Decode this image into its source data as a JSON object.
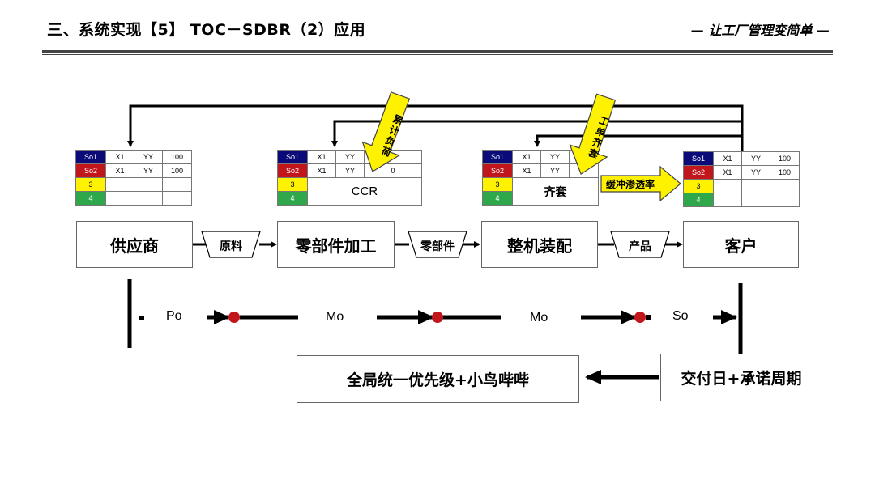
{
  "header": {
    "title": "三、系统实现【5】 TOC－SDBR（2）应用",
    "slogan": "— 让工厂管理变简单 —"
  },
  "nodes": {
    "supplier": "供应商",
    "parts_processing": "零部件加工",
    "assembly": "整机装配",
    "customer": "客户",
    "priority": "全局统一优先级+小鸟哔哔",
    "due_date": "交付日+承诺周期"
  },
  "transfers": {
    "raw_material": "原料",
    "parts": "零部件",
    "product": "产品"
  },
  "tables": {
    "supplier": {
      "rows": [
        [
          "So1",
          "X1",
          "YY",
          "100"
        ],
        [
          "So2",
          "X1",
          "YY",
          "100"
        ],
        [
          "3",
          "",
          "",
          ""
        ],
        [
          "4",
          "",
          "",
          ""
        ]
      ]
    },
    "ccr": {
      "rows": [
        [
          "So1",
          "X1",
          "YY",
          ""
        ],
        [
          "So2",
          "X1",
          "YY",
          "0"
        ],
        [
          "3"
        ],
        [
          "4"
        ]
      ],
      "merged_label": "CCR"
    },
    "assembly": {
      "rows": [
        [
          "So1",
          "X1",
          "YY",
          ""
        ],
        [
          "So2",
          "X1",
          "YY",
          ""
        ],
        [
          "3"
        ],
        [
          "4"
        ]
      ],
      "merged_label": "齐套"
    },
    "customer": {
      "rows": [
        [
          "So1",
          "X1",
          "YY",
          "100"
        ],
        [
          "So2",
          "X1",
          "YY",
          "100"
        ],
        [
          "3",
          "",
          "",
          ""
        ],
        [
          "4",
          "",
          "",
          ""
        ]
      ]
    }
  },
  "callouts": {
    "cumulative_load": "累计负荷",
    "work_order_kit": "工单齐套",
    "buffer_penetration": "缓冲渗透率"
  },
  "flow_labels": {
    "po": "Po",
    "mo1": "Mo",
    "mo2": "Mo",
    "so": "So"
  },
  "colors": {
    "navy": "#0a0a78",
    "red": "#c0161c",
    "yellow": "#fff200",
    "green": "#2ea84a",
    "dot_red": "#c0161c"
  }
}
